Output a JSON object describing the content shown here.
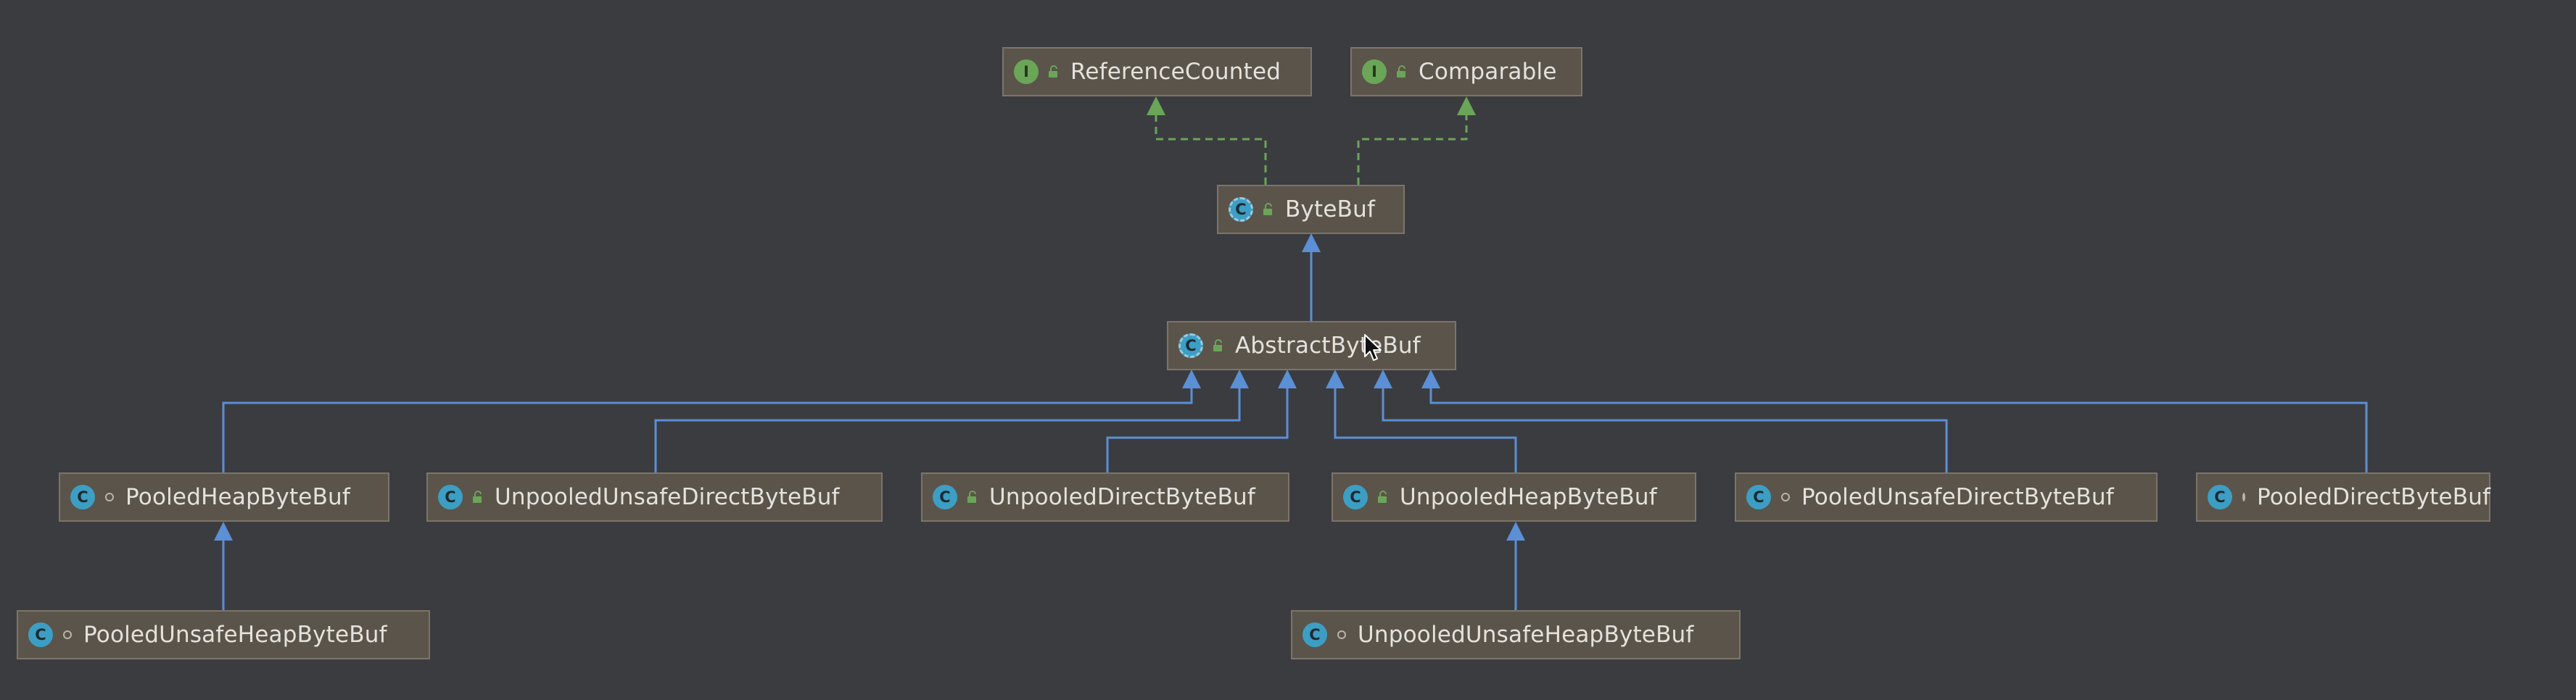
{
  "diagram": {
    "nodes": [
      {
        "id": "ReferenceCounted",
        "label": "ReferenceCounted",
        "kind": "interface",
        "kind_letter": "I",
        "visibility": "public"
      },
      {
        "id": "Comparable",
        "label": "Comparable",
        "kind": "interface",
        "kind_letter": "I",
        "visibility": "public"
      },
      {
        "id": "ByteBuf",
        "label": "ByteBuf",
        "kind": "abstract",
        "kind_letter": "C",
        "visibility": "public"
      },
      {
        "id": "AbstractByteBuf",
        "label": "AbstractByteBuf",
        "kind": "abstract",
        "kind_letter": "C",
        "visibility": "public"
      },
      {
        "id": "PooledHeapByteBuf",
        "label": "PooledHeapByteBuf",
        "kind": "class",
        "kind_letter": "C",
        "visibility": "package"
      },
      {
        "id": "UnpooledUnsafeDirectByteBuf",
        "label": "UnpooledUnsafeDirectByteBuf",
        "kind": "class",
        "kind_letter": "C",
        "visibility": "public"
      },
      {
        "id": "UnpooledDirectByteBuf",
        "label": "UnpooledDirectByteBuf",
        "kind": "class",
        "kind_letter": "C",
        "visibility": "public"
      },
      {
        "id": "UnpooledHeapByteBuf",
        "label": "UnpooledHeapByteBuf",
        "kind": "class",
        "kind_letter": "C",
        "visibility": "public"
      },
      {
        "id": "PooledUnsafeDirectByteBuf",
        "label": "PooledUnsafeDirectByteBuf",
        "kind": "final",
        "kind_letter": "C",
        "visibility": "package"
      },
      {
        "id": "PooledDirectByteBuf",
        "label": "PooledDirectByteBuf",
        "kind": "final",
        "kind_letter": "C",
        "visibility": "package"
      },
      {
        "id": "PooledUnsafeHeapByteBuf",
        "label": "PooledUnsafeHeapByteBuf",
        "kind": "final",
        "kind_letter": "C",
        "visibility": "package"
      },
      {
        "id": "UnpooledUnsafeHeapByteBuf",
        "label": "UnpooledUnsafeHeapByteBuf",
        "kind": "class",
        "kind_letter": "C",
        "visibility": "package"
      }
    ],
    "edges": [
      {
        "from": "ByteBuf",
        "to": "ReferenceCounted",
        "type": "implements"
      },
      {
        "from": "ByteBuf",
        "to": "Comparable",
        "type": "implements"
      },
      {
        "from": "AbstractByteBuf",
        "to": "ByteBuf",
        "type": "extends"
      },
      {
        "from": "PooledHeapByteBuf",
        "to": "AbstractByteBuf",
        "type": "extends"
      },
      {
        "from": "UnpooledUnsafeDirectByteBuf",
        "to": "AbstractByteBuf",
        "type": "extends"
      },
      {
        "from": "UnpooledDirectByteBuf",
        "to": "AbstractByteBuf",
        "type": "extends"
      },
      {
        "from": "UnpooledHeapByteBuf",
        "to": "AbstractByteBuf",
        "type": "extends"
      },
      {
        "from": "PooledUnsafeDirectByteBuf",
        "to": "AbstractByteBuf",
        "type": "extends"
      },
      {
        "from": "PooledDirectByteBuf",
        "to": "AbstractByteBuf",
        "type": "extends"
      },
      {
        "from": "PooledUnsafeHeapByteBuf",
        "to": "PooledHeapByteBuf",
        "type": "extends"
      },
      {
        "from": "UnpooledUnsafeHeapByteBuf",
        "to": "UnpooledHeapByteBuf",
        "type": "extends"
      }
    ],
    "colors": {
      "background": "#3b3c40",
      "extends_edge": "#5b8fd6",
      "implements_edge": "#6aa558",
      "node_fill": "#5b544a"
    },
    "icons": {
      "interface": "interface-icon",
      "class": "class-icon",
      "abstract": "abstract-class-icon",
      "public": "public-lock-icon",
      "package": "package-private-icon",
      "cursor": "mouse-cursor-icon"
    }
  }
}
